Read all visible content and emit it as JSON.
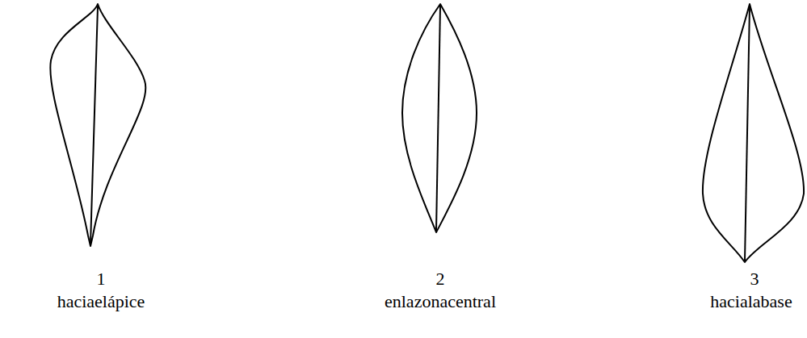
{
  "diagram": {
    "labels": [
      "1",
      "haciaelápice",
      "2",
      "enlazonacentral",
      "3",
      "hacialabase"
    ]
  }
}
